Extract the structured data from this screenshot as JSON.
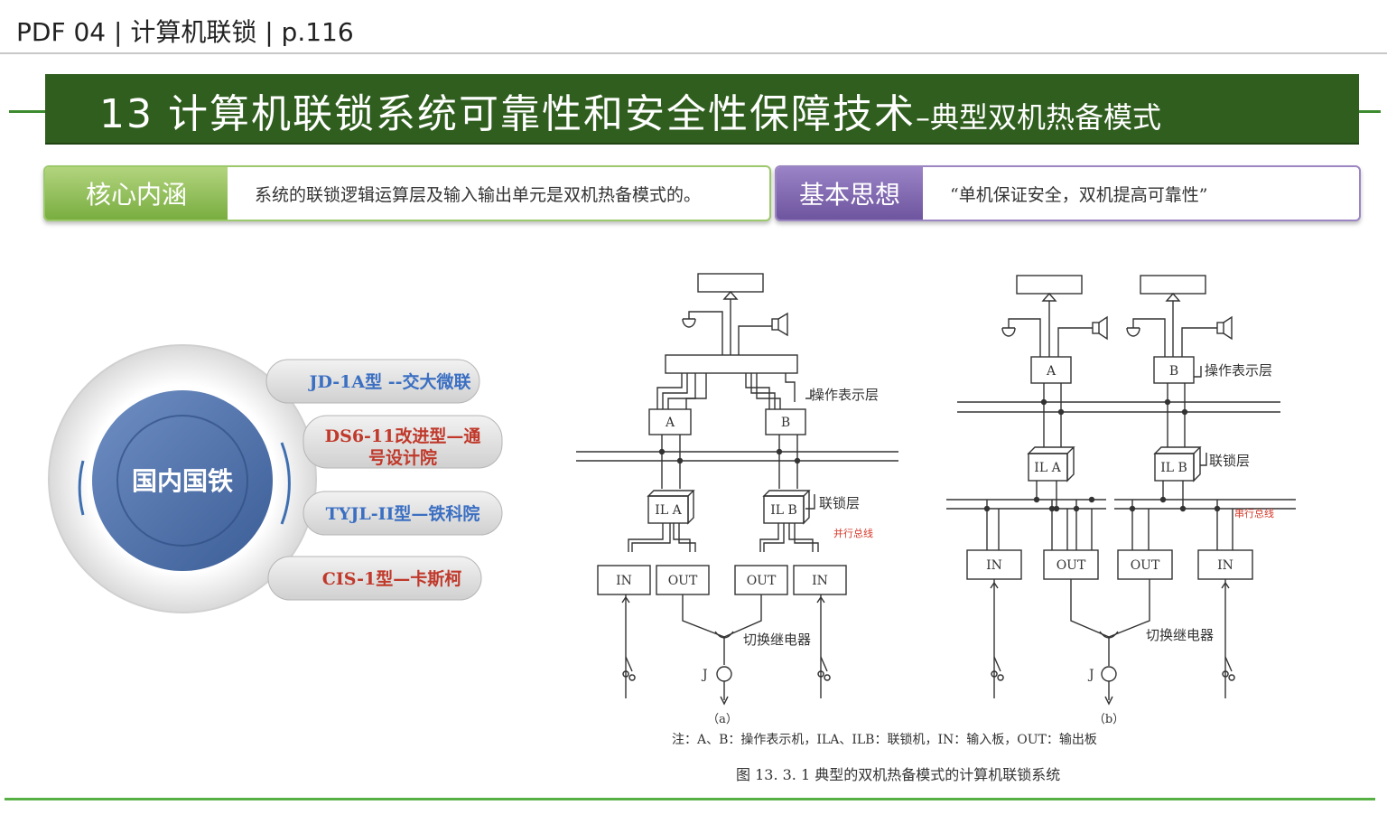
{
  "header": {
    "text": "PDF 04 | 计算机联锁 | p.116"
  },
  "title": {
    "main": "13 计算机联锁系统可靠性和安全性保障技术",
    "sub": "–典型双机热备模式"
  },
  "core": {
    "label": "核心内涵",
    "text": "系统的联锁逻辑运算层及输入输出单元是双机热备模式的。"
  },
  "idea": {
    "label": "基本思想",
    "text": "“单机保证安全，双机提高可靠性”"
  },
  "circle": {
    "center": "国内国铁",
    "items": [
      {
        "text": "JD-1A型 --交大微联",
        "color": "#3b6fc2"
      },
      {
        "line1": "DS6-11改进型—通",
        "line2": "号设计院",
        "color": "#c0392b"
      },
      {
        "text": "TYJL-II型—铁科院",
        "color": "#3b6fc2"
      },
      {
        "text": "CIS-1型—卡斯柯",
        "color": "#c0392b"
      }
    ]
  },
  "diagram": {
    "a": {
      "A": "A",
      "B": "B",
      "ILA": "IL A",
      "ILB": "IL B",
      "IN": "IN",
      "OUT": "OUT",
      "layer_op": "操作表示层",
      "layer_il": "联锁层",
      "bus": "并行总线",
      "relay": "切换继电器",
      "J": "J",
      "caption": "（a）"
    },
    "b": {
      "A": "A",
      "B": "B",
      "ILA": "IL A",
      "ILB": "IL B",
      "IN": "IN",
      "OUT": "OUT",
      "layer_op": "操作表示层",
      "layer_il": "联锁层",
      "bus": "串行总线",
      "relay": "切换继电器",
      "J": "J",
      "caption": "（b）"
    },
    "note": "注：A、B：操作表示机，ILA、ILB：联锁机，IN：输入板，OUT：输出板",
    "figure_caption": "图 13. 3. 1    典型的双机热备模式的计算机联锁系统"
  }
}
